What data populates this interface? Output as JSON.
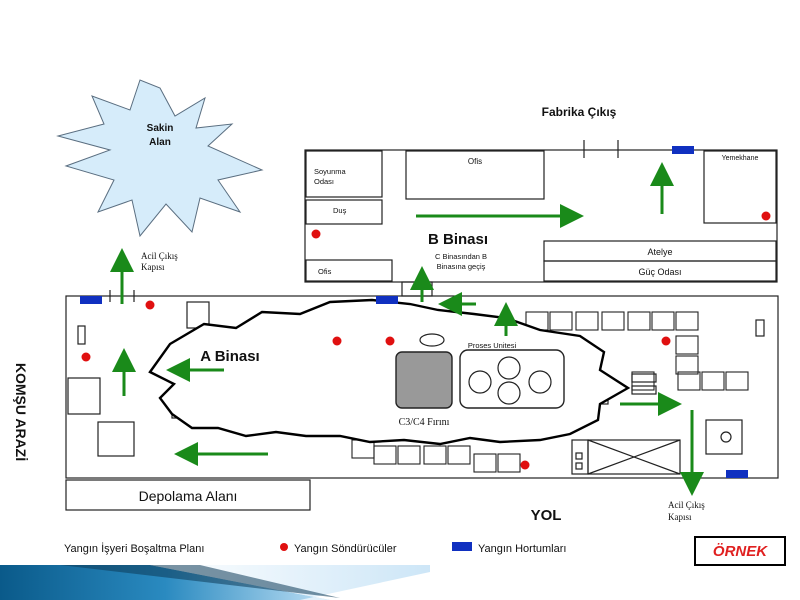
{
  "labels": {
    "safe_area": [
      "Sakin",
      "Alan"
    ],
    "factory_exit": "Fabrika Çıkış",
    "office_top": "Ofis",
    "dining": "Yemekhane",
    "changing_room": [
      "Soyunma",
      "Odası"
    ],
    "shower": "Duş",
    "building_b": "B Binası",
    "passage": [
      "C Binasından B",
      "Binasına geçiş"
    ],
    "office_left": "Ofis",
    "workshop": "Atelye",
    "power_room": "Güç Odası",
    "emergency_exit_left": [
      "Acil Çıkış",
      "Kapısı"
    ],
    "neighbor": "KOMŞU ARAZİ",
    "building_a": "A Binası",
    "process_unit": "Proses Unitesi",
    "furnace": "C3/C4 Fırını",
    "storage": "Depolama Alanı",
    "road": "YOL",
    "emergency_exit_right": [
      "Acil Çıkış",
      "Kapısı"
    ]
  },
  "legend": {
    "plan": "Yangın İşyeri Boşaltma Planı",
    "extinguishers": "Yangın Söndürücüler",
    "hoses": "Yangın Hortumları"
  },
  "badge": "ÖRNEK",
  "colors": {
    "arrow": "#1a8a1a",
    "extinguisher": "#e01010",
    "hose": "#1030c0",
    "burst": "#d6ecfa",
    "badge_text": "#e02020"
  }
}
